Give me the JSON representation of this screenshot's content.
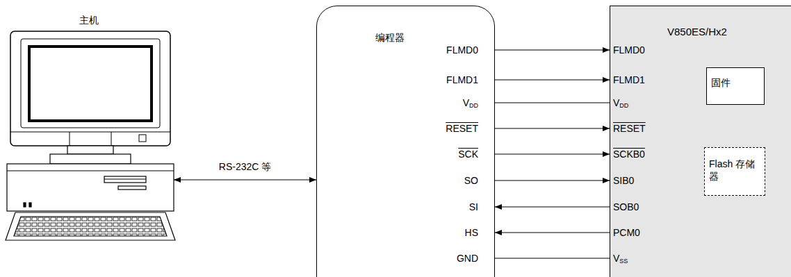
{
  "diagram": {
    "nodes": [
      {
        "text": [
          "主机"
        ]
      },
      {
        "text": [
          "编程器"
        ]
      },
      {
        "text": [
          "V850ES/Hx2"
        ]
      },
      {
        "text": [
          "固件"
        ],
        "in": 2
      },
      {
        "text": [
          "Flash 存储器"
        ],
        "in": 2
      }
    ],
    "edges": [
      {
        "from": 0,
        "to": 1,
        "arrow": "both",
        "label": "RS-232C 等"
      },
      {
        "from": 1,
        "to": 2,
        "arrow": "to"
      },
      {
        "from": 1,
        "to": 2,
        "arrow": "to"
      },
      {
        "from": 1,
        "to": 2,
        "arrow": "none"
      },
      {
        "from": 1,
        "to": 2,
        "arrow": "to"
      },
      {
        "from": 1,
        "to": 2,
        "arrow": "to"
      },
      {
        "from": 1,
        "to": 2,
        "arrow": "to"
      },
      {
        "from": 2,
        "to": 1,
        "arrow": "to"
      },
      {
        "from": 2,
        "to": 1,
        "arrow": "to"
      },
      {
        "from": 1,
        "to": 2,
        "arrow": "none"
      }
    ],
    "labels": [
      "FLMD0",
      "FLMD1",
      "VDD",
      "RESET",
      "SCK",
      "SO",
      "SI",
      "HS",
      "GND",
      "FLMD0",
      "FLMD1",
      "VDD",
      "RESET",
      "SCKB0",
      "SIB0",
      "SOB0",
      "PCM0",
      "VSS"
    ]
  }
}
